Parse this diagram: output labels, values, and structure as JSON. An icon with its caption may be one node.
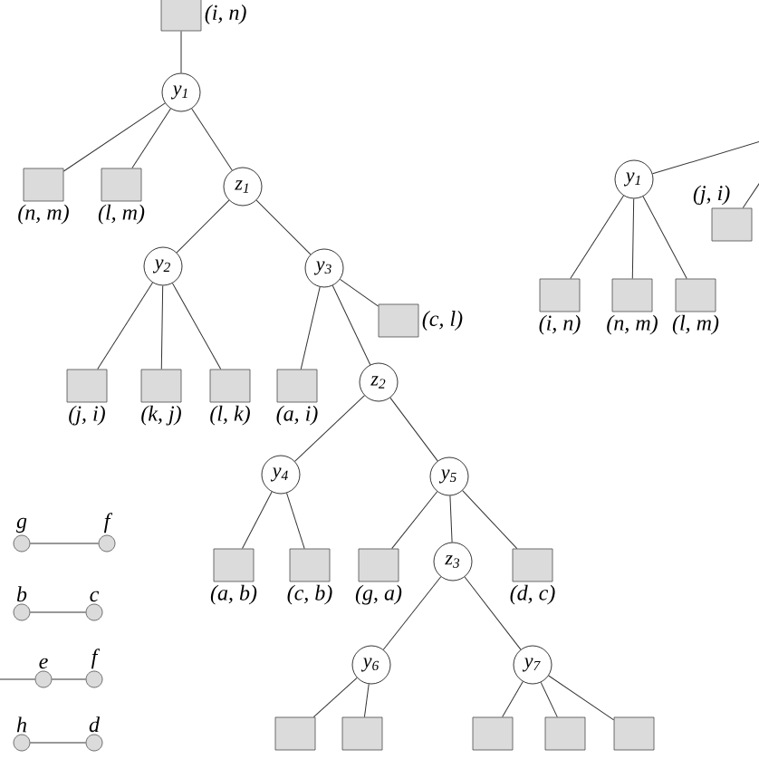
{
  "diagram": {
    "nodes": [
      {
        "text": [],
        "shape": "box",
        "beside": [
          "(i, n)"
        ]
      },
      {
        "text": [
          "y$_{1}$"
        ]
      },
      {
        "text": [],
        "shape": "box",
        "beside": [
          "(n, m)"
        ]
      },
      {
        "text": [],
        "shape": "box",
        "beside": [
          "(l, m)"
        ]
      },
      {
        "text": [
          "z$_{1}$"
        ]
      },
      {
        "text": [
          "y$_{2}$"
        ]
      },
      {
        "text": [
          "y$_{3}$"
        ]
      },
      {
        "text": [],
        "shape": "box",
        "beside": [
          "(c, l)"
        ]
      },
      {
        "text": [],
        "shape": "box",
        "beside": [
          "(j, i)"
        ]
      },
      {
        "text": [],
        "shape": "box",
        "beside": [
          "(k, j)"
        ]
      },
      {
        "text": [],
        "shape": "box",
        "beside": [
          "(l, k)"
        ]
      },
      {
        "text": [],
        "shape": "box",
        "beside": [
          "(a, i)"
        ]
      },
      {
        "text": [
          "z$_{2}$"
        ]
      },
      {
        "text": [
          "y$_{4}$"
        ]
      },
      {
        "text": [
          "y$_{5}$"
        ]
      },
      {
        "text": [],
        "shape": "box",
        "beside": [
          "(a, b)"
        ]
      },
      {
        "text": [],
        "shape": "box",
        "beside": [
          "(c, b)"
        ]
      },
      {
        "text": [],
        "shape": "box",
        "beside": [
          "(g, a)"
        ]
      },
      {
        "text": [
          "z$_{3}$"
        ]
      },
      {
        "text": [],
        "shape": "box",
        "beside": [
          "(d, c)"
        ]
      },
      {
        "text": [
          "y$_{6}$"
        ]
      },
      {
        "text": [
          "y$_{7}$"
        ]
      },
      {
        "text": [],
        "shape": "box"
      },
      {
        "text": [],
        "shape": "box"
      },
      {
        "text": [],
        "shape": "box"
      },
      {
        "text": [],
        "shape": "box"
      },
      {
        "text": [],
        "shape": "box"
      },
      {
        "text": [
          "y$_{1}$"
        ]
      },
      {
        "text": [],
        "shape": "box",
        "beside": [
          "(j, i)"
        ]
      },
      {
        "text": [],
        "shape": "box",
        "beside": [
          "(i, n)"
        ]
      },
      {
        "text": [],
        "shape": "box",
        "beside": [
          "(n, m)"
        ]
      },
      {
        "text": [],
        "shape": "box",
        "beside": [
          "(l, m)"
        ]
      },
      {
        "text": [],
        "shape": "circle",
        "beside": [
          "g"
        ]
      },
      {
        "text": [],
        "shape": "circle",
        "beside": [
          "f"
        ]
      },
      {
        "text": [],
        "shape": "circle",
        "beside": [
          "b"
        ]
      },
      {
        "text": [],
        "shape": "circle",
        "beside": [
          "c"
        ]
      },
      {
        "text": [],
        "shape": "circle",
        "beside": [
          "e"
        ]
      },
      {
        "text": [],
        "shape": "circle",
        "beside": [
          "f"
        ]
      },
      {
        "text": [],
        "shape": "circle",
        "beside": [
          "h"
        ]
      },
      {
        "text": [],
        "shape": "circle",
        "beside": [
          "d"
        ]
      }
    ],
    "edges": [
      {
        "from": 0,
        "to": 1,
        "arrow": "none"
      },
      {
        "from": 1,
        "to": 2,
        "arrow": "none"
      },
      {
        "from": 1,
        "to": 3,
        "arrow": "none"
      },
      {
        "from": 1,
        "to": 4,
        "arrow": "none"
      },
      {
        "from": 4,
        "to": 5,
        "arrow": "none"
      },
      {
        "from": 4,
        "to": 6,
        "arrow": "none"
      },
      {
        "from": 5,
        "to": 8,
        "arrow": "none"
      },
      {
        "from": 5,
        "to": 9,
        "arrow": "none"
      },
      {
        "from": 5,
        "to": 10,
        "arrow": "none"
      },
      {
        "from": 6,
        "to": 11,
        "arrow": "none"
      },
      {
        "from": 6,
        "to": 12,
        "arrow": "none"
      },
      {
        "from": 6,
        "to": 7,
        "arrow": "none"
      },
      {
        "from": 12,
        "to": 13,
        "arrow": "none"
      },
      {
        "from": 12,
        "to": 14,
        "arrow": "none"
      },
      {
        "from": 13,
        "to": 15,
        "arrow": "none"
      },
      {
        "from": 13,
        "to": 16,
        "arrow": "none"
      },
      {
        "from": 14,
        "to": 17,
        "arrow": "none"
      },
      {
        "from": 14,
        "to": 18,
        "arrow": "none"
      },
      {
        "from": 14,
        "to": 19,
        "arrow": "none"
      },
      {
        "from": 18,
        "to": 20,
        "arrow": "none"
      },
      {
        "from": 18,
        "to": 21,
        "arrow": "none"
      },
      {
        "from": 20,
        "to": 22,
        "arrow": "none"
      },
      {
        "from": 20,
        "to": 23,
        "arrow": "none"
      },
      {
        "from": 21,
        "to": 24,
        "arrow": "none"
      },
      {
        "from": 21,
        "to": 25,
        "arrow": "none"
      },
      {
        "from": 21,
        "to": 26,
        "arrow": "none"
      },
      {
        "from": null,
        "to": 27,
        "arrow": "none"
      },
      {
        "from": 27,
        "to": 29,
        "arrow": "none"
      },
      {
        "from": 27,
        "to": 30,
        "arrow": "none"
      },
      {
        "from": 27,
        "to": 31,
        "arrow": "none"
      },
      {
        "from": null,
        "to": 28,
        "arrow": "none"
      },
      {
        "from": 32,
        "to": 33,
        "arrow": "none"
      },
      {
        "from": 34,
        "to": 35,
        "arrow": "none"
      },
      {
        "from": null,
        "to": 36,
        "arrow": "none"
      },
      {
        "from": 36,
        "to": 37,
        "arrow": "none"
      },
      {
        "from": 38,
        "to": 39,
        "arrow": "none"
      }
    ]
  }
}
